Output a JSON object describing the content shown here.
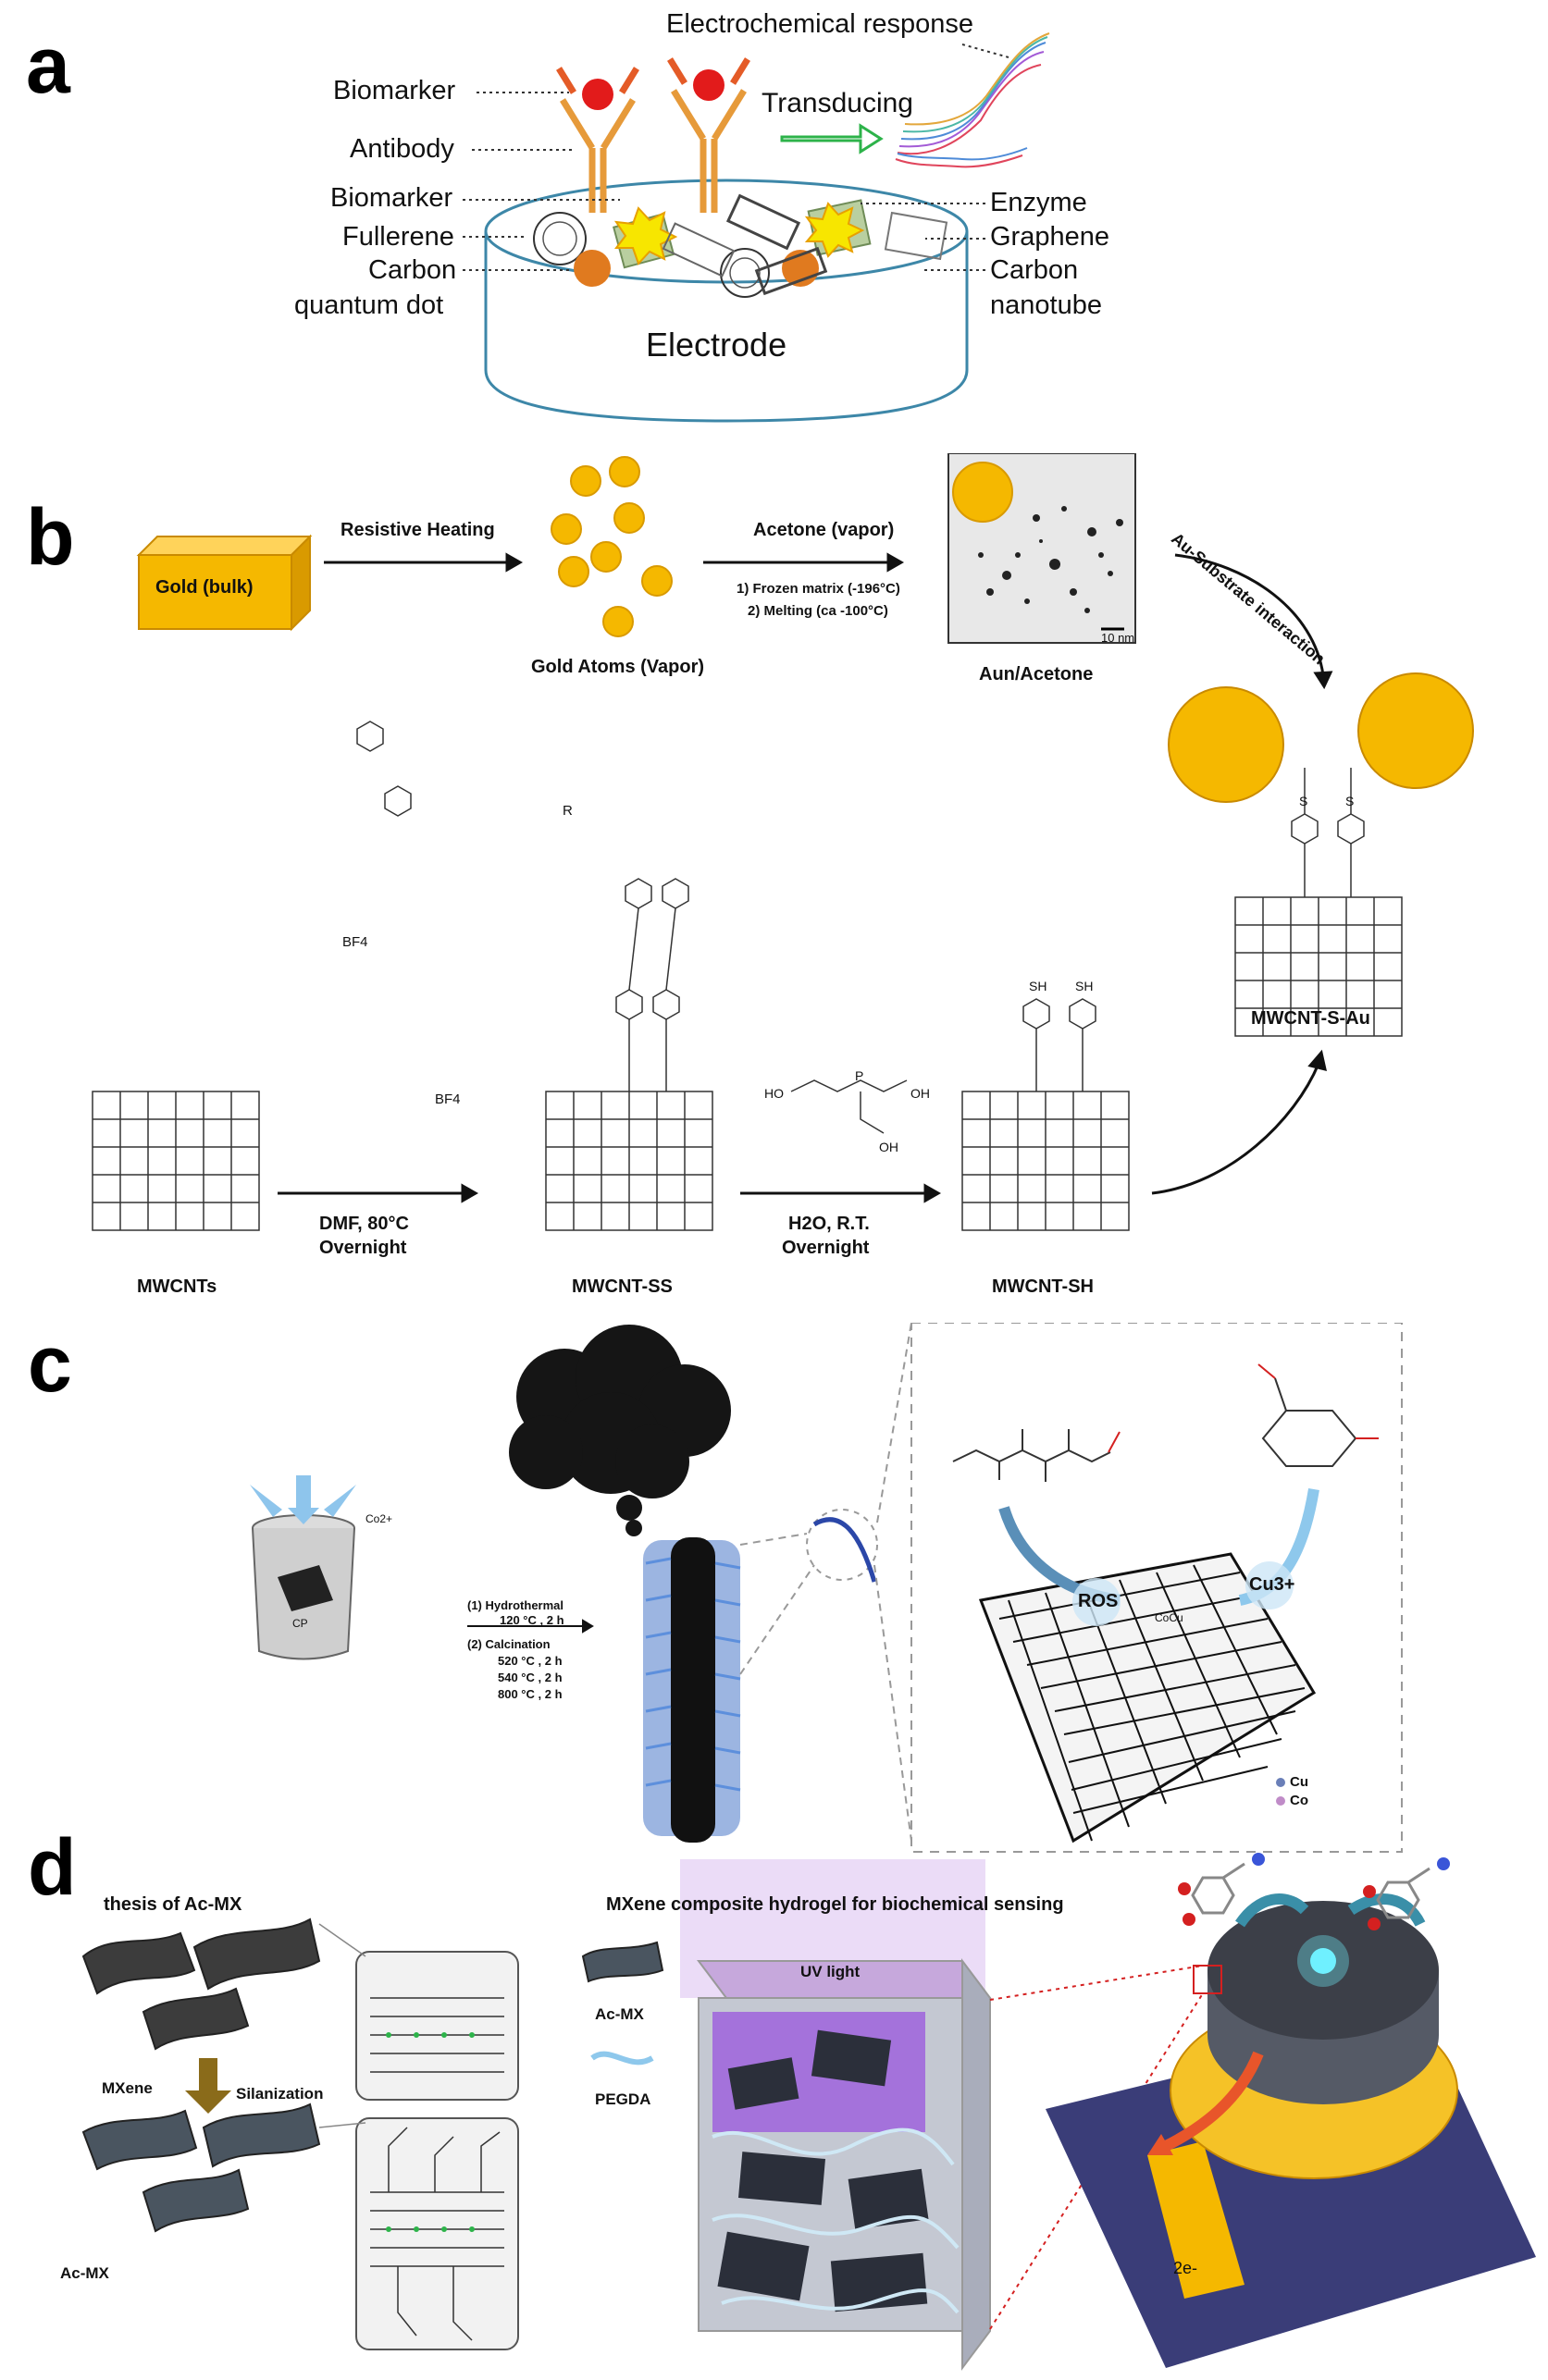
{
  "panels": {
    "a": {
      "letter": "a",
      "labels": {
        "electrochemical_response": "Electrochemical response",
        "biomarker_top": "Biomarker",
        "transducing": "Transducing",
        "antibody": "Antibody",
        "biomarker_mid": "Biomarker",
        "enzyme": "Enzyme",
        "fullerene": "Fullerene",
        "graphene": "Graphene",
        "carbon_left": "Carbon",
        "quantum_dot": "quantum dot",
        "carbon_right": "Carbon",
        "nanotube": "nanotube",
        "electrode": "Electrode"
      }
    },
    "b": {
      "letter": "b",
      "labels": {
        "gold_bulk": "Gold (bulk)",
        "resistive_heating": "Resistive Heating",
        "gold_atoms": "Gold Atoms (Vapor)",
        "acetone_vapor": "Acetone (vapor)",
        "step1": "1) Frozen matrix (-196°C)",
        "step2": "2) Melting (ca -100°C)",
        "scale": "10 nm",
        "au_acetone": "Aun/Acetone",
        "au_substrate": "Au-Substrate interaction",
        "mwcnt_s_au": "MWCNT-S-Au",
        "mwcnts": "MWCNTs",
        "dmf": "DMF, 80°C",
        "overnight1": "Overnight",
        "mwcnt_ss": "MWCNT-SS",
        "h2o": "H2O, R.T.",
        "overnight2": "Overnight",
        "mwcnt_sh": "MWCNT-SH",
        "bf4": "BF4",
        "r": "R",
        "sh": "SH",
        "s": "S",
        "ho": "HO",
        "oh": "OH",
        "p": "P"
      }
    },
    "c": {
      "letter": "c",
      "labels": {
        "cp": "CP",
        "co2": "Co2+",
        "hydro": "(1) Hydrothermal",
        "hydro_cond": "120 °C , 2 h",
        "calc": "(2) Calcination",
        "calc1": "520 °C , 2 h",
        "calc2": "540 °C , 2 h",
        "calc3": "800 °C , 2 h",
        "ros": "ROS",
        "cu3": "Cu3+",
        "cocu": "CoCu",
        "cu": "Cu",
        "co": "Co"
      }
    },
    "d": {
      "letter": "d",
      "labels": {
        "synthesis_title": "thesis of Ac-MX",
        "composite_title": "MXene composite hydrogel for biochemical sensing",
        "mxene": "MXene",
        "silanization": "Silanization",
        "ac_mx_left": "Ac-MX",
        "uv_light": "UV light",
        "ac_mx_legend": "Ac-MX",
        "pegda": "PEGDA",
        "electron": "2e-"
      }
    }
  },
  "colors": {
    "gold": "#f5b800",
    "gold_dark": "#c98a00",
    "arrow_green": "#2db34a",
    "electrode_outline": "#3d87a8",
    "red_ball": "#e21b1b",
    "orange_ball": "#e07a1f",
    "purple": "#8a2be2",
    "navy_base": "#3a3d78",
    "nanofiber_blue": "#4a78c8"
  }
}
